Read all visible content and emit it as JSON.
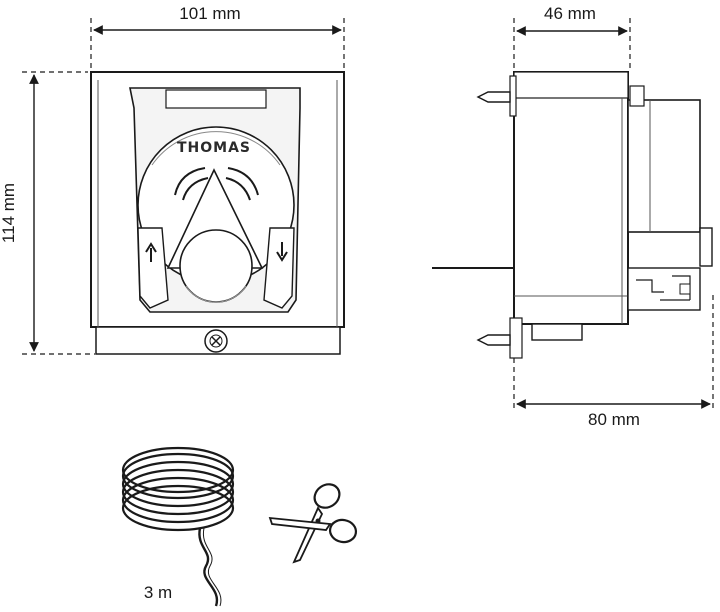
{
  "dimensions": {
    "front_width": "101 mm",
    "front_height": "114 mm",
    "side_depth_top": "46 mm",
    "side_depth_bottom": "80 mm"
  },
  "accessories": {
    "cable_length": "3 m"
  },
  "logo": {
    "text": "THOMAS"
  },
  "colors": {
    "line": "#1a1a1a",
    "housing_fill": "#f4f4f4",
    "shadow": "#bdbdbd"
  }
}
